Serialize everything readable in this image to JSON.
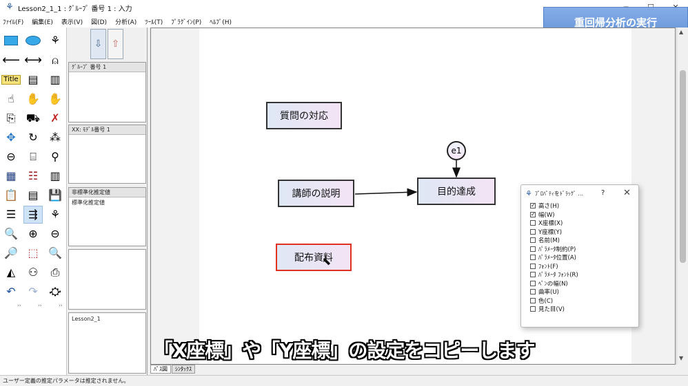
{
  "window": {
    "title": "Lesson2_1_1 : ｸﾞﾙｰﾌﾟ 番号 1 : 入力",
    "minimize": "─",
    "maximize": "☐",
    "close": "✕"
  },
  "menu": [
    "ﾌｧｲﾙ(F)",
    "編集(E)",
    "表示(V)",
    "図(D)",
    "分析(A)",
    "ﾂｰﾙ(T)",
    "ﾌﾟﾗｸﾞｲﾝ(P)",
    "ﾍﾙﾌﾟ(H)"
  ],
  "banner": "重回帰分析の実行",
  "side_panels": {
    "group": "ｸﾞﾙｰﾌﾟ 番号 1",
    "model": "XX: ﾓﾃﾞﾙ番号 1",
    "estimates_header": "非標準化推定値",
    "estimates_line": "標準化推定値",
    "file": "Lesson2_1"
  },
  "tabs": [
    "ﾊﾟｽ図",
    "ｼﾝﾀｯｸｽ"
  ],
  "diagram": {
    "nodes": [
      {
        "id": "q",
        "label": "質問の対応"
      },
      {
        "id": "t",
        "label": "講師の説明"
      },
      {
        "id": "g",
        "label": "目的達成"
      },
      {
        "id": "d",
        "label": "配布資料"
      }
    ],
    "error_label": "e1"
  },
  "dialog": {
    "title": "ﾌﾟﾛﾊﾟﾃｨをﾄﾞﾗｯｸﾞ ...",
    "help": "?",
    "close": "✕",
    "check_mark": "✓",
    "options": [
      {
        "label": "高さ(H)",
        "checked": true
      },
      {
        "label": "幅(W)",
        "checked": true
      },
      {
        "label": "X座標(X)",
        "checked": false
      },
      {
        "label": "Y座標(Y)",
        "checked": false
      },
      {
        "label": "名前(M)",
        "checked": false
      },
      {
        "label": "ﾊﾟﾗﾒｰﾀ制約(P)",
        "checked": false
      },
      {
        "label": "ﾊﾟﾗﾒｰﾀ位置(A)",
        "checked": false
      },
      {
        "label": "ﾌｫﾝﾄ(F)",
        "checked": false
      },
      {
        "label": "ﾊﾟﾗﾒｰﾀ ﾌｫﾝﾄ(R)",
        "checked": false
      },
      {
        "label": "ﾍﾟﾝの幅(N)",
        "checked": false
      },
      {
        "label": "曲率(U)",
        "checked": false
      },
      {
        "label": "色(C)",
        "checked": false
      },
      {
        "label": "見た目(V)",
        "checked": false
      }
    ]
  },
  "toolbox": {
    "title_tool": "Title",
    "more": "››"
  },
  "status": "ユーザー定義の推定パラメータは推定されません。",
  "caption": "「X座標」や「Y座標」の設定をコピーします",
  "icons": {
    "app": "amos-tree-icon",
    "cursor": "arrow-cursor-icon"
  }
}
